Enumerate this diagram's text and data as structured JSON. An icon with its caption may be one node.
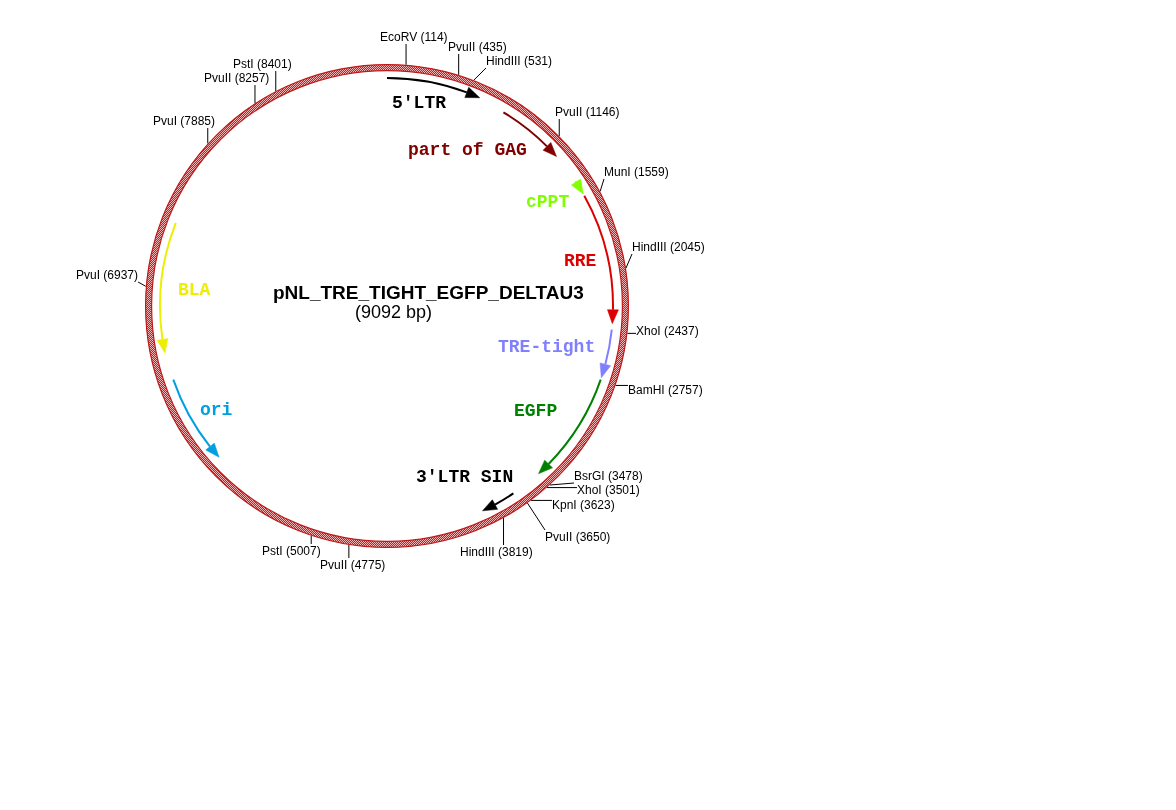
{
  "diagram": {
    "nodes": [
      {
        "text": [
          "pNL_TRE_TIGHT_EGFP_DELTAU3",
          "(9092 bp)"
        ]
      },
      {
        "text": [
          "EcoRV (114)"
        ]
      },
      {
        "text": [
          "PvuII (435)"
        ]
      },
      {
        "text": [
          "HindIII (531)"
        ]
      },
      {
        "text": [
          "PvuII (1146)"
        ]
      },
      {
        "text": [
          "MunI (1559)"
        ]
      },
      {
        "text": [
          "HindIII (2045)"
        ]
      },
      {
        "text": [
          "XhoI (2437)"
        ]
      },
      {
        "text": [
          "BamHI (2757)"
        ]
      },
      {
        "text": [
          "BsrGI (3478)"
        ]
      },
      {
        "text": [
          "XhoI (3501)"
        ]
      },
      {
        "text": [
          "KpnI (3623)"
        ]
      },
      {
        "text": [
          "PvuII (3650)"
        ]
      },
      {
        "text": [
          "HindIII (3819)"
        ]
      },
      {
        "text": [
          "PvuII (4775)"
        ]
      },
      {
        "text": [
          "PstI (5007)"
        ]
      },
      {
        "text": [
          "PvuI (6937)"
        ]
      },
      {
        "text": [
          "PvuI (7885)"
        ]
      },
      {
        "text": [
          "PvuII (8257)"
        ]
      },
      {
        "text": [
          "PstI (8401)"
        ]
      }
    ],
    "edges": [
      {
        "from": 1,
        "to": 0,
        "arrow": "none"
      },
      {
        "from": 2,
        "to": 0,
        "arrow": "none"
      },
      {
        "from": 3,
        "to": 0,
        "arrow": "none"
      },
      {
        "from": 4,
        "to": 0,
        "arrow": "none"
      },
      {
        "from": 5,
        "to": 0,
        "arrow": "none"
      },
      {
        "from": 6,
        "to": 0,
        "arrow": "none"
      },
      {
        "from": 7,
        "to": 0,
        "arrow": "none"
      },
      {
        "from": 8,
        "to": 0,
        "arrow": "none"
      },
      {
        "from": 9,
        "to": 0,
        "arrow": "none"
      },
      {
        "from": 10,
        "to": 0,
        "arrow": "none"
      },
      {
        "from": 11,
        "to": 0,
        "arrow": "none"
      },
      {
        "from": 12,
        "to": 0,
        "arrow": "none"
      },
      {
        "from": 13,
        "to": 0,
        "arrow": "none"
      },
      {
        "from": 14,
        "to": 0,
        "arrow": "none"
      },
      {
        "from": 15,
        "to": 0,
        "arrow": "none"
      },
      {
        "from": 16,
        "to": 0,
        "arrow": "none"
      },
      {
        "from": 17,
        "to": 0,
        "arrow": "none"
      },
      {
        "from": 18,
        "to": 0,
        "arrow": "none"
      },
      {
        "from": 19,
        "to": 0,
        "arrow": "none"
      }
    ],
    "labels": [
      "5'LTR",
      "part of GAG",
      "cPPT",
      "RRE",
      "TRE-tight",
      "EGFP",
      "3'LTR SIN",
      "ori",
      "BLA"
    ]
  }
}
